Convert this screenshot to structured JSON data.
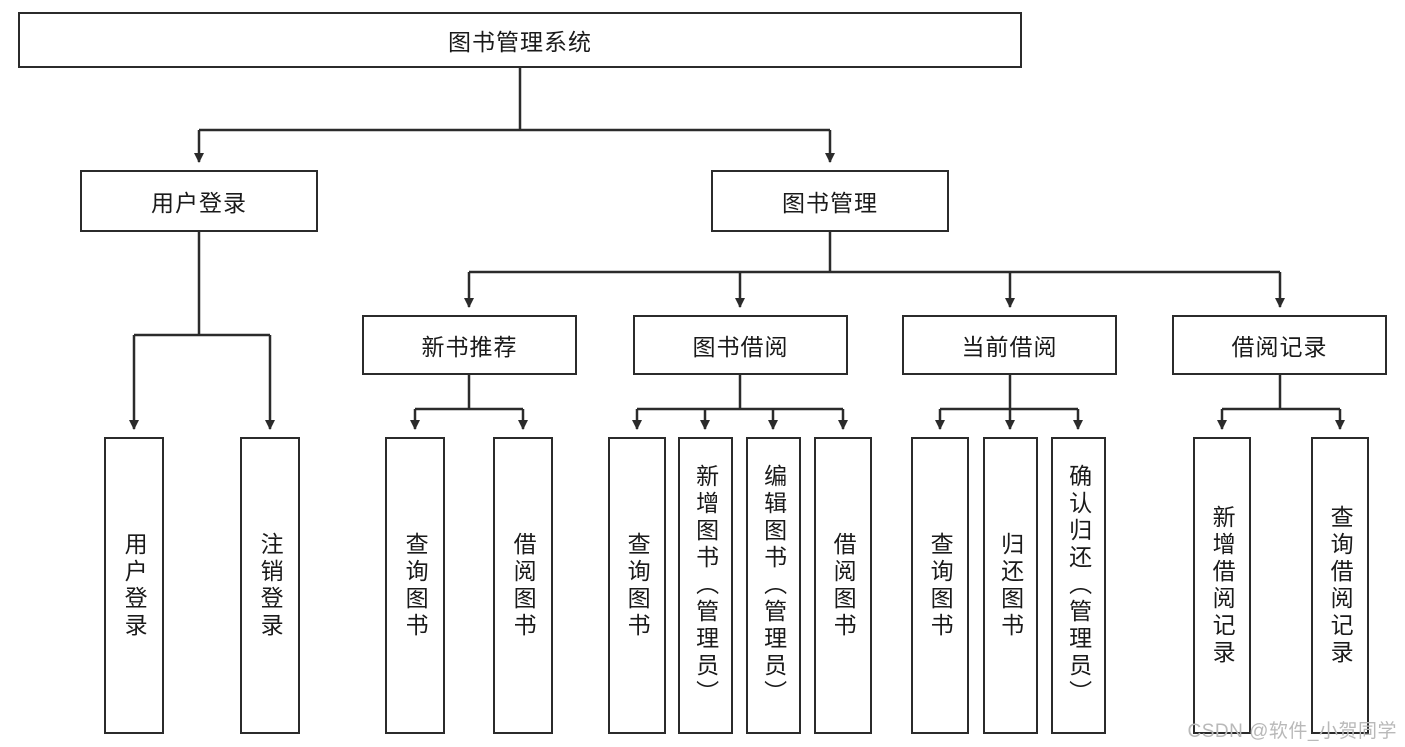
{
  "diagram": {
    "title": "图书管理系统",
    "type": "tree-hierarchy",
    "root": {
      "label": "图书管理系统"
    },
    "level2": [
      {
        "label": "用户登录"
      },
      {
        "label": "图书管理"
      }
    ],
    "level3": [
      {
        "label": "新书推荐"
      },
      {
        "label": "图书借阅"
      },
      {
        "label": "当前借阅"
      },
      {
        "label": "借阅记录"
      }
    ],
    "leaves": {
      "user_login": [
        {
          "label": "用户登录"
        },
        {
          "label": "注销登录"
        }
      ],
      "new_book_recommend": [
        {
          "label": "查询图书"
        },
        {
          "label": "借阅图书"
        }
      ],
      "book_borrow": [
        {
          "label": "查询图书"
        },
        {
          "label": "新增图书（管理员）"
        },
        {
          "label": "编辑图书（管理员）"
        },
        {
          "label": "借阅图书"
        }
      ],
      "current_borrow": [
        {
          "label": "查询图书"
        },
        {
          "label": "归还图书"
        },
        {
          "label": "确认归还（管理员）"
        }
      ],
      "borrow_records": [
        {
          "label": "新增借阅记录"
        },
        {
          "label": "查询借阅记录"
        }
      ]
    }
  },
  "watermark": {
    "text": "CSDN @软件_小贺同学"
  },
  "colors": {
    "stroke": "#2b2b2b",
    "fill": "#ffffff",
    "text": "#1a1a1a",
    "watermark": "#b9b9b9"
  }
}
